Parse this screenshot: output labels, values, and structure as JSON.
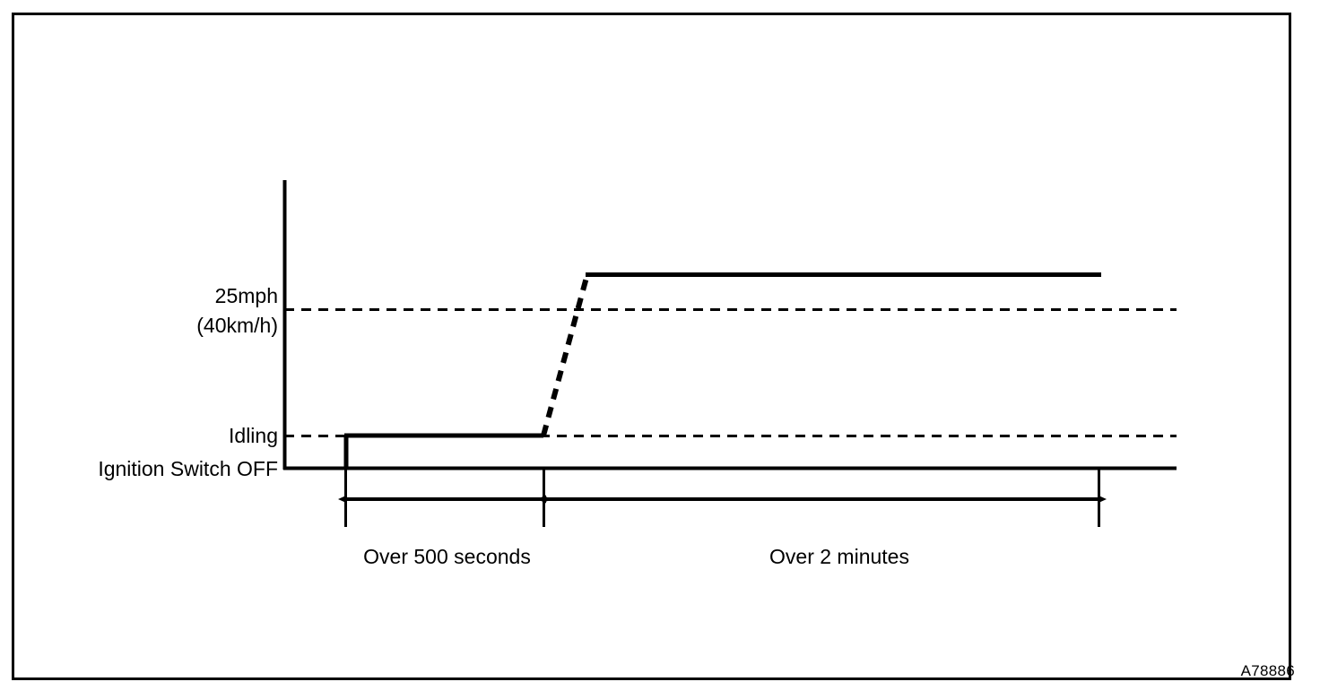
{
  "figure": {
    "reference_code": "A78886",
    "y_axis_labels": {
      "speed_mph": "25mph",
      "speed_kmh": "(40km/h)",
      "idling": "Idling",
      "ignition_off": "Ignition Switch OFF"
    },
    "duration_labels": {
      "phase_1": "Over 500 seconds",
      "phase_2": "Over 2 minutes"
    }
  },
  "chart_data": {
    "type": "line",
    "title": "",
    "xlabel": "",
    "ylabel": "",
    "grid": false,
    "legend": false,
    "y_levels": [
      {
        "name": "ignition_off",
        "label": "Ignition Switch OFF",
        "value": 0
      },
      {
        "name": "idling",
        "label": "Idling",
        "value": 1
      },
      {
        "name": "speed_25mph",
        "label": "25mph (40km/h)",
        "value": 2
      }
    ],
    "reference_lines": [
      {
        "level": "idling",
        "label": "Idling",
        "style": "dashed"
      },
      {
        "level": "speed_25mph",
        "label": "25mph (40km/h)",
        "style": "dashed"
      }
    ],
    "segments": [
      {
        "name": "ignition-on-rise",
        "style": "solid",
        "from": {
          "t": 0,
          "level": 0
        },
        "to": {
          "t": 0,
          "level": 1
        }
      },
      {
        "name": "idling-hold",
        "style": "solid",
        "from": {
          "t": 0,
          "level": 1
        },
        "to": {
          "t": 500,
          "level": 1
        }
      },
      {
        "name": "acceleration-ramp",
        "style": "dashed",
        "from": {
          "t": 500,
          "level": 1
        },
        "to": {
          "t": 620,
          "level": 2.2
        }
      },
      {
        "name": "cruise-hold",
        "style": "solid",
        "from": {
          "t": 620,
          "level": 2.2
        },
        "to": {
          "t": 1940,
          "level": 2.2
        }
      }
    ],
    "annotations": [
      {
        "name": "phase-1-duration",
        "text": "Over 500 seconds",
        "from_t": 0,
        "to_t": 500,
        "arrow": "double"
      },
      {
        "name": "phase-2-duration",
        "text": "Over 2 minutes",
        "from_t": 500,
        "to_t": 1940,
        "arrow": "double"
      }
    ]
  },
  "colors": {
    "stroke": "#000000",
    "background": "#ffffff"
  }
}
